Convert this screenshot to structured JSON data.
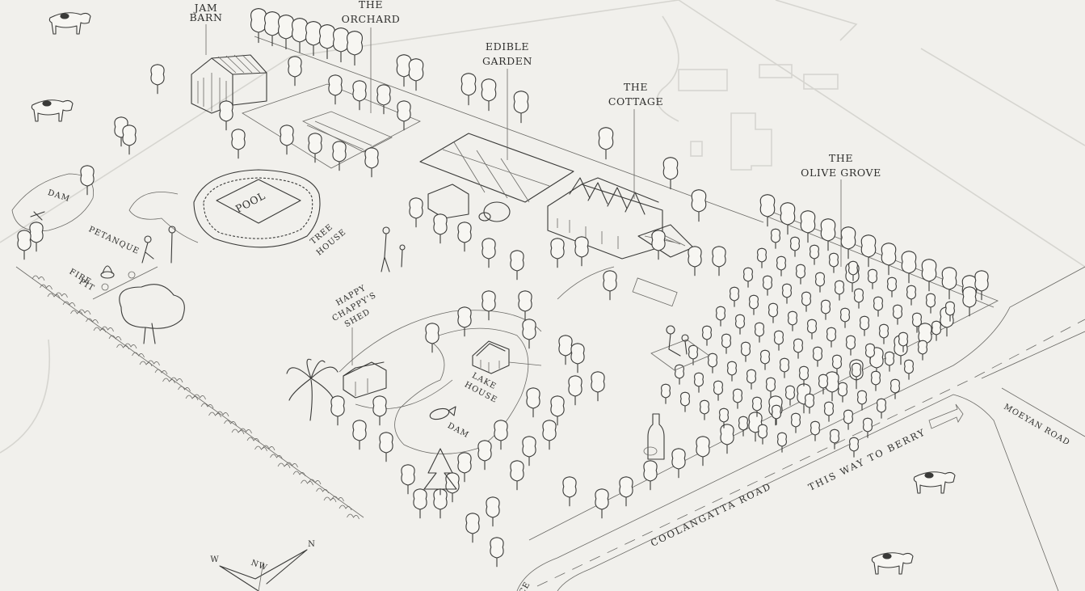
{
  "map": {
    "labels": {
      "barn": [
        "JAM",
        "BARN"
      ],
      "orchard": [
        "THE",
        "ORCHARD"
      ],
      "edible_garden": [
        "EDIBLE",
        "GARDEN"
      ],
      "cottage": [
        "THE",
        "COTTAGE"
      ],
      "olive_grove": [
        "THE",
        "OLIVE GROVE"
      ],
      "dam_west": "DAM",
      "pool": "POOL",
      "petanque": "PETANQUE",
      "fire_pit": [
        "FIRE",
        "PIT"
      ],
      "tree_house": [
        "TREE",
        "HOUSE"
      ],
      "shed": [
        "HAPPY",
        "CHAPPY'S",
        "SHED"
      ],
      "lake_house": [
        "LAKE",
        "HOUSE"
      ],
      "dam_south": "DAM"
    },
    "roads": {
      "coolangatta": "COOLANGATTA ROAD",
      "berry": "THIS WAY TO BERRY",
      "moeyan": "MOEYAN ROAD"
    },
    "compass": {
      "west": "W",
      "north_west": "NW",
      "north": "N"
    },
    "entrance_fragment": "CE",
    "colors": {
      "background": "#f1f0ec",
      "ink": "#3a3a38",
      "faint": "#d6d5d0"
    },
    "icons": [
      "cow-icon",
      "tree-icon",
      "palm-tree-icon",
      "pine-tree-icon",
      "barn-icon",
      "cottage-icon",
      "lake-house-icon",
      "shed-icon",
      "wine-bottle-icon",
      "fish-icon",
      "compass-rose-icon"
    ]
  }
}
